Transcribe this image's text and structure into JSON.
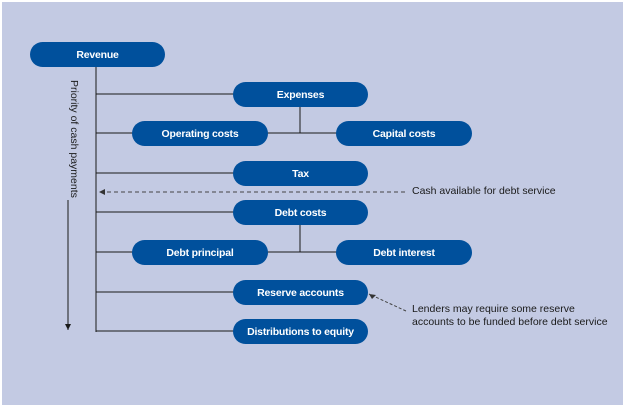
{
  "diagram": {
    "axis_label": "Priority of cash payments",
    "colors": {
      "background": "#c3cae3",
      "node_fill": "#00509c",
      "node_text": "#ffffff",
      "line": "#1a1a1a",
      "dashed_line": "#444444"
    },
    "nodes": {
      "revenue": "Revenue",
      "expenses": "Expenses",
      "operating_costs": "Operating costs",
      "capital_costs": "Capital costs",
      "tax": "Tax",
      "debt_costs": "Debt costs",
      "debt_principal": "Debt principal",
      "debt_interest": "Debt interest",
      "reserve_accounts": "Reserve accounts",
      "distributions_to_equity": "Distributions to equity"
    },
    "annotations": {
      "cash_available": "Cash available for debt service",
      "lenders_line1": "Lenders may require some reserve",
      "lenders_line2": "accounts to be funded before debt service"
    }
  }
}
